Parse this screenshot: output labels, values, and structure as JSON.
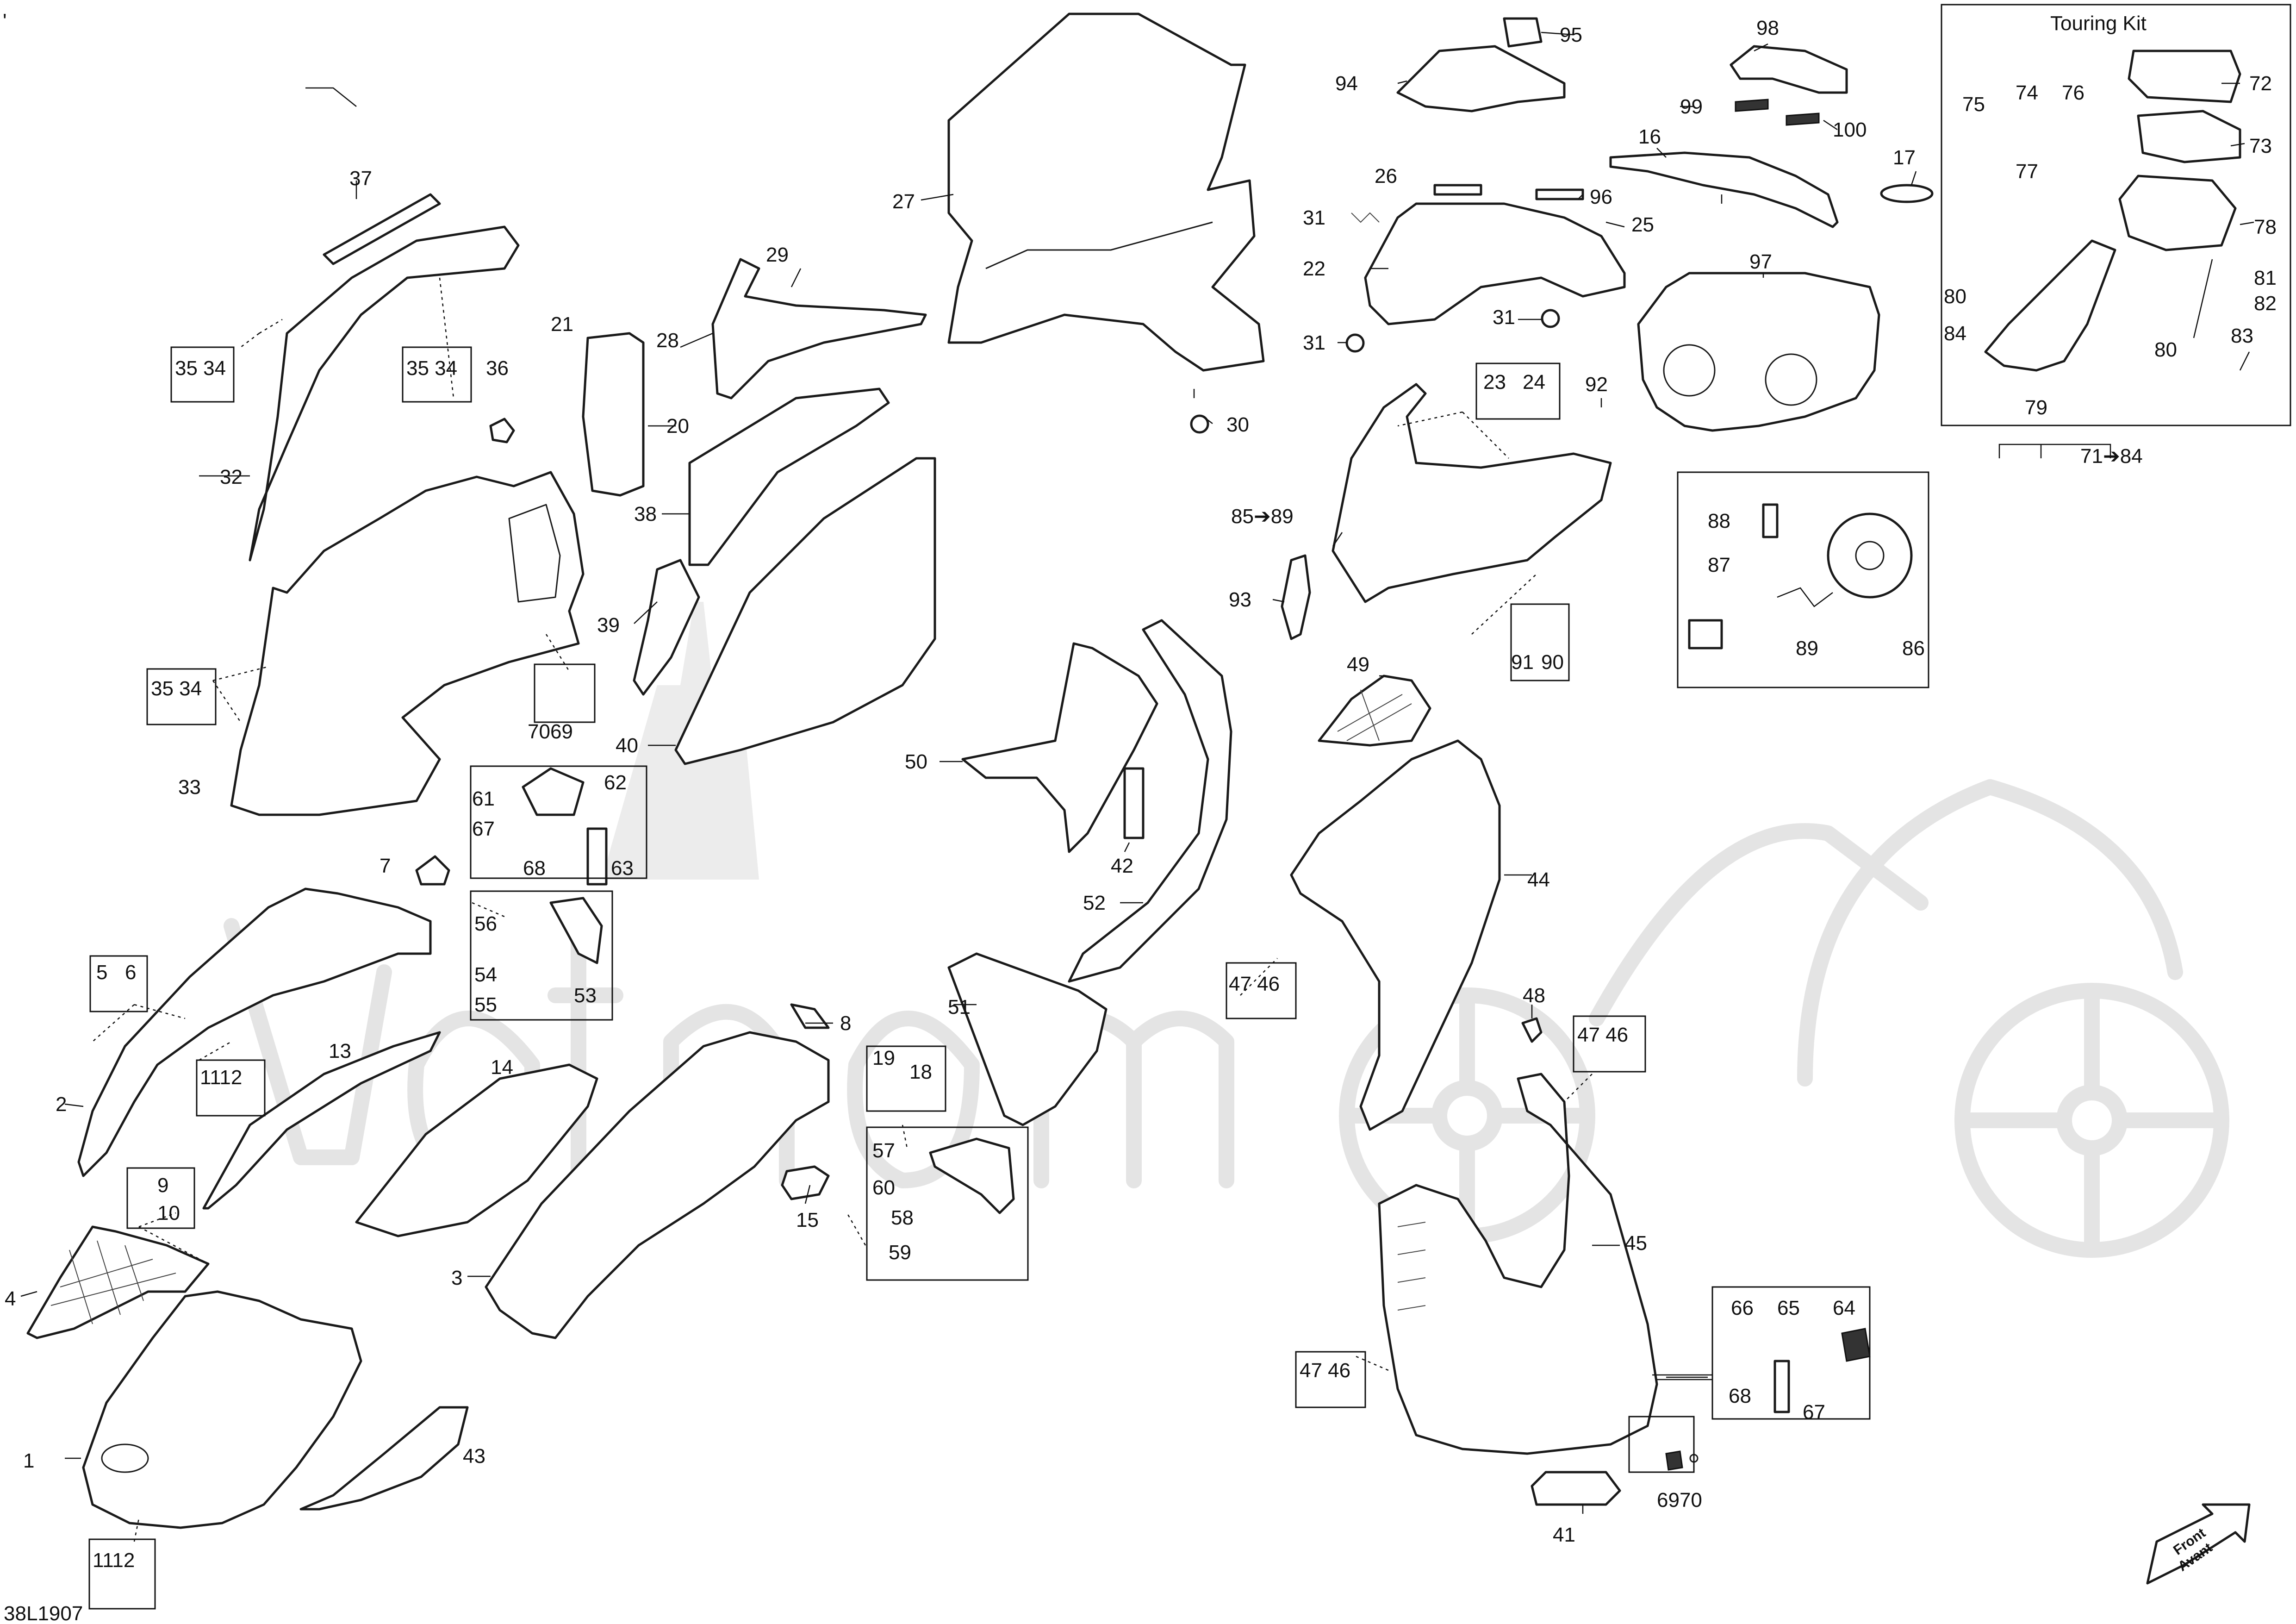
{
  "diagram": {
    "code": "38L1907",
    "touring_kit_title": "Touring Kit",
    "direction_badge": [
      "Front",
      "Avant"
    ],
    "corner_mark": "'",
    "labels": {
      "l1": "1",
      "l2": "2",
      "l3": "3",
      "l4": "4",
      "l5": "5",
      "l6": "6",
      "l7": "7",
      "l8": "8",
      "l9": "9",
      "l10": "10",
      "l1112a": "1112",
      "l1112b": "1112",
      "l13": "13",
      "l14": "14",
      "l15": "15",
      "l16": "16",
      "l17": "17",
      "l18": "18",
      "l19": "19",
      "l20": "20",
      "l21": "21",
      "l22": "22",
      "l23": "23",
      "l24": "24",
      "l25": "25",
      "l26": "26",
      "l27": "27",
      "l28": "28",
      "l29": "29",
      "l30": "30",
      "l31a": "31",
      "l31b": "31",
      "l31c": "31",
      "l32": "32",
      "l33": "33",
      "l3534a": "35 34",
      "l3534b": "35 34",
      "l3534c": "35 34",
      "l36": "36",
      "l37": "37",
      "l38": "38",
      "l39": "39",
      "l40": "40",
      "l41": "41",
      "l42": "42",
      "l43": "43",
      "l44": "44",
      "l45": "45",
      "l4746a": "47 46",
      "l4746b": "47 46",
      "l4746c": "47 46",
      "l48": "48",
      "l49": "49",
      "l50": "50",
      "l51": "51",
      "l52": "52",
      "l53": "53",
      "l54": "54",
      "l55": "55",
      "l56": "56",
      "l57": "57",
      "l58": "58",
      "l59": "59",
      "l60": "60",
      "l61": "61",
      "l62": "62",
      "l63": "63",
      "l64": "64",
      "l65": "65",
      "l66": "66",
      "l67a": "67",
      "l67b": "67",
      "l68a": "68",
      "l68b": "68",
      "l7069": "7069",
      "l6970": "6970",
      "l71to84": "71➔84",
      "l72": "72",
      "l73": "73",
      "l74": "74",
      "l75": "75",
      "l76": "76",
      "l77": "77",
      "l78": "78",
      "l79": "79",
      "l80a": "80",
      "l80b": "80",
      "l81": "81",
      "l82": "82",
      "l83": "83",
      "l84": "84",
      "l85to89": "85➔89",
      "l86": "86",
      "l87": "87",
      "l88": "88",
      "l89": "89",
      "l90": "90",
      "l91": "91",
      "l92": "92",
      "l93": "93",
      "l94": "94",
      "l95": "95",
      "l96": "96",
      "l97": "97",
      "l98": "98",
      "l99": "99",
      "l100": "100"
    }
  }
}
